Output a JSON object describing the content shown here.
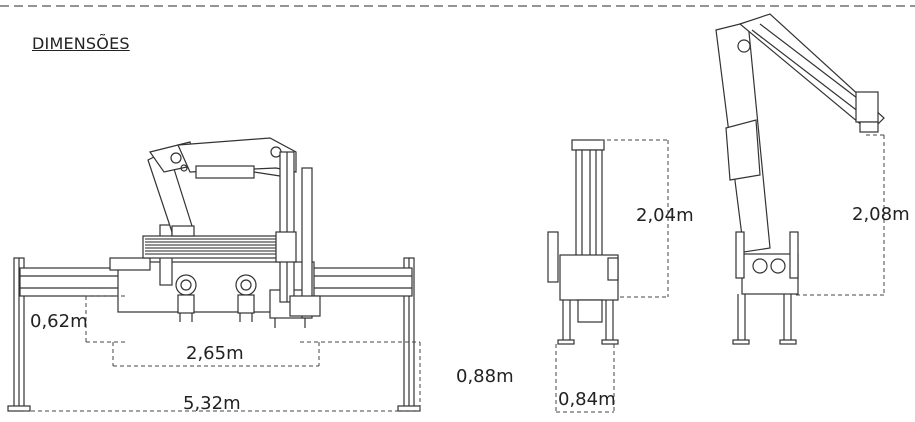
{
  "section_title": "DIMENSÕES",
  "dimensions": {
    "stab_height": "0,62m",
    "inner_span": "2,65m",
    "outer_span": "5,32m",
    "ground_height": "0,88m",
    "side_height": "2,04m",
    "side_width": "0,84m",
    "extended_height": "2,08m"
  }
}
